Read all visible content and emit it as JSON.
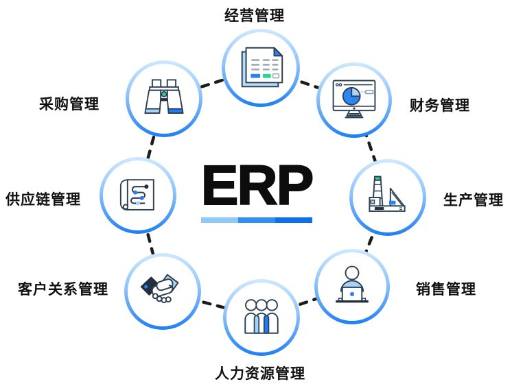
{
  "diagram": {
    "center": {
      "title": "ERP"
    },
    "modules": [
      {
        "label": "经营管理",
        "icon": "document-icon",
        "position": "top"
      },
      {
        "label": "财务管理",
        "icon": "monitor-pie-chart-icon",
        "position": "top-right"
      },
      {
        "label": "生产管理",
        "icon": "factory-icon",
        "position": "right"
      },
      {
        "label": "销售管理",
        "icon": "person-laptop-icon",
        "position": "bottom-right"
      },
      {
        "label": "人力资源管理",
        "icon": "people-group-icon",
        "position": "bottom"
      },
      {
        "label": "客户关系管理",
        "icon": "handshake-icon",
        "position": "bottom-left"
      },
      {
        "label": "供应链管理",
        "icon": "route-map-icon",
        "position": "left"
      },
      {
        "label": "采购管理",
        "icon": "binoculars-icon",
        "position": "top-left"
      }
    ],
    "colors": {
      "ring_gradient_top": "#cfe9fd",
      "ring_gradient_bottom": "#1e7ef3",
      "icon_outline": "#2d3e50",
      "accent_blue": "#2e7ff0",
      "light_blue": "#a8d3f8",
      "teal_green": "#2fcf9a",
      "connector_dash": "#1c1c1c",
      "title_color": "#0d0d0d",
      "bar_segments": [
        "#8ec9f9",
        "#2f8ff7",
        "#0d6ef2"
      ]
    }
  }
}
